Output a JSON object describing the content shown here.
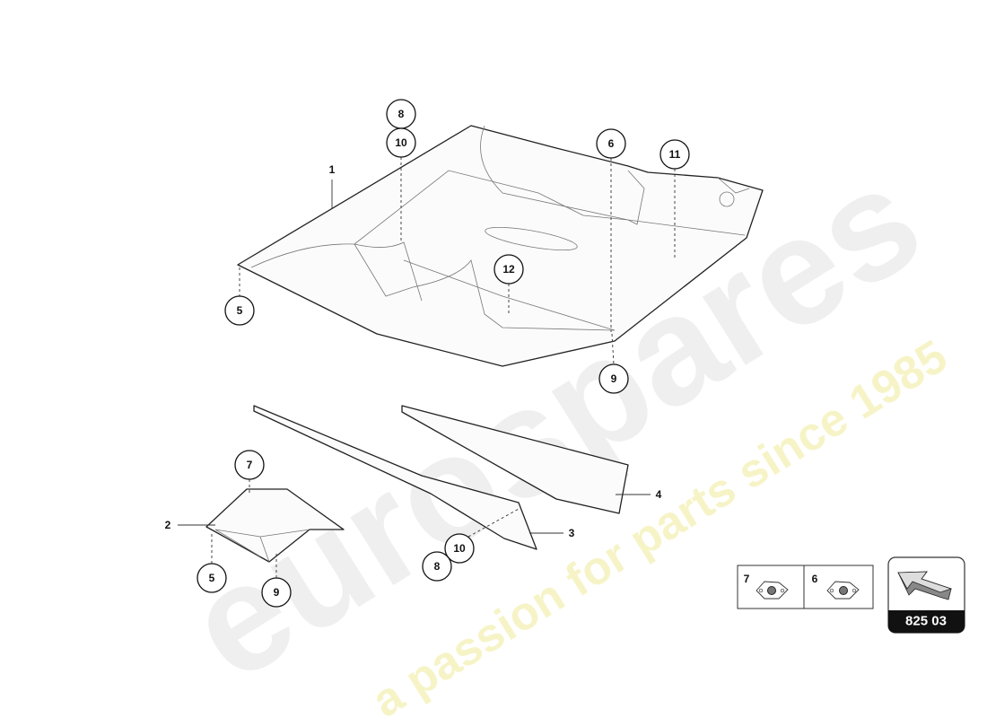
{
  "watermark": {
    "brand": "eurospares",
    "tagline": "a passion for parts since 1985"
  },
  "callouts": {
    "main_panel": "1",
    "bracket": "2",
    "strip_front": "3",
    "strip_rear": "4",
    "top_8": "8",
    "top_10": "10",
    "top_6": "6",
    "top_11": "11",
    "left_5": "5",
    "mid_12": "12",
    "bottom_9": "9",
    "bracket_7": "7",
    "bracket_5": "5",
    "bracket_9": "9",
    "strip_10": "10",
    "strip_8": "8"
  },
  "legend": [
    {
      "number": "7",
      "icon": "nut-plate-icon"
    },
    {
      "number": "6",
      "icon": "nut-plate-icon"
    }
  ],
  "badge": {
    "code": "825 03",
    "icon": "arrow-3d-icon"
  }
}
